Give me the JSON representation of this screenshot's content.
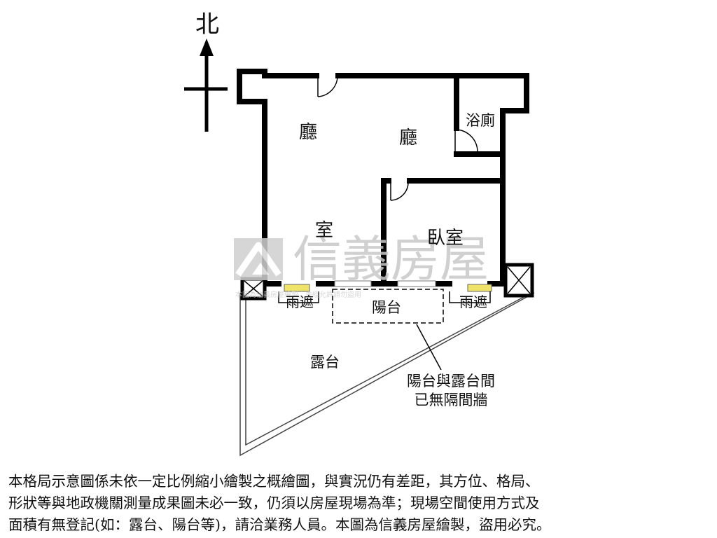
{
  "compass": {
    "north_label": "北"
  },
  "rooms": {
    "living_room_left": "廳",
    "living_room_right": "廳",
    "bathroom": "浴廁",
    "room_left": "室",
    "bedroom": "臥室",
    "rain_cover_left": "雨遮",
    "rain_cover_right": "雨遮",
    "balcony": "陽台",
    "terrace": "露台"
  },
  "annotation": {
    "line1": "陽台與露台間",
    "line2": "已無隔間牆"
  },
  "watermark": {
    "brand": "信義房屋",
    "small_text": "本圖為信義房屋繪製，未經允許請勿盜用"
  },
  "disclaimer": {
    "line1": "本格局示意圖係未依一定比例縮小繪製之概繪圖，與實況仍有差距，其方位、格局、",
    "line2": "形狀等與地政機關測量成果圖未必一致，仍須以房屋現場為準；現場空間使用方式及",
    "line3": "面積有無登記(如：露台、陽台等)，請洽業務人員。本圖為信義房屋繪製，盜用必究。"
  }
}
